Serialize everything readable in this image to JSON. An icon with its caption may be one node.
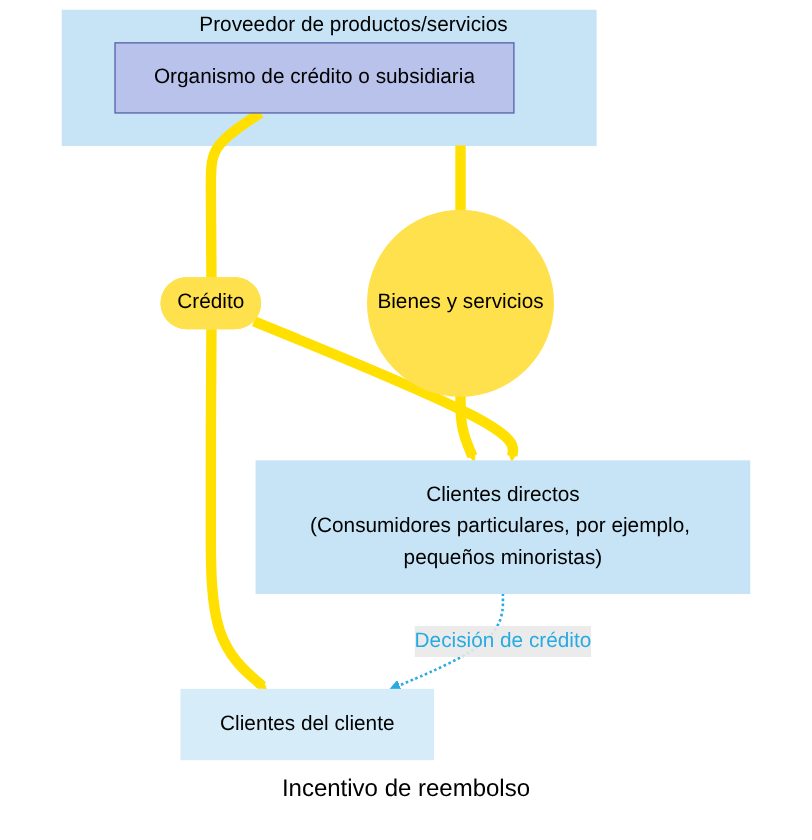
{
  "diagram": {
    "nodes": [
      {
        "text": [
          "Proveedor de productos/servicios"
        ]
      },
      {
        "text": [
          "Organismo de crédito o subsidiaria"
        ],
        "in": 0
      },
      {
        "text": [
          "Bienes y servicios"
        ]
      },
      {
        "text": [
          "Crédito"
        ]
      },
      {
        "text": [
          "Clientes directos",
          "(Consumidores particulares, por ejemplo, pequeños minoristas)"
        ]
      },
      {
        "text": [
          "Clientes del cliente"
        ]
      }
    ],
    "edges": [
      {
        "from": 0,
        "to": 2,
        "arrow": "none"
      },
      {
        "from": 2,
        "to": 4,
        "arrow": "to"
      },
      {
        "from": 1,
        "to": 3,
        "arrow": "none"
      },
      {
        "from": 3,
        "to": 4,
        "arrow": "to"
      },
      {
        "from": 3,
        "to": 5,
        "arrow": "to"
      },
      {
        "from": 4,
        "to": 5,
        "label": "Decisión de crédito",
        "arrow": "to",
        "style": "dashed",
        "color": "#29abe2"
      }
    ],
    "labels": [
      "Incentivo de reembolso"
    ]
  }
}
